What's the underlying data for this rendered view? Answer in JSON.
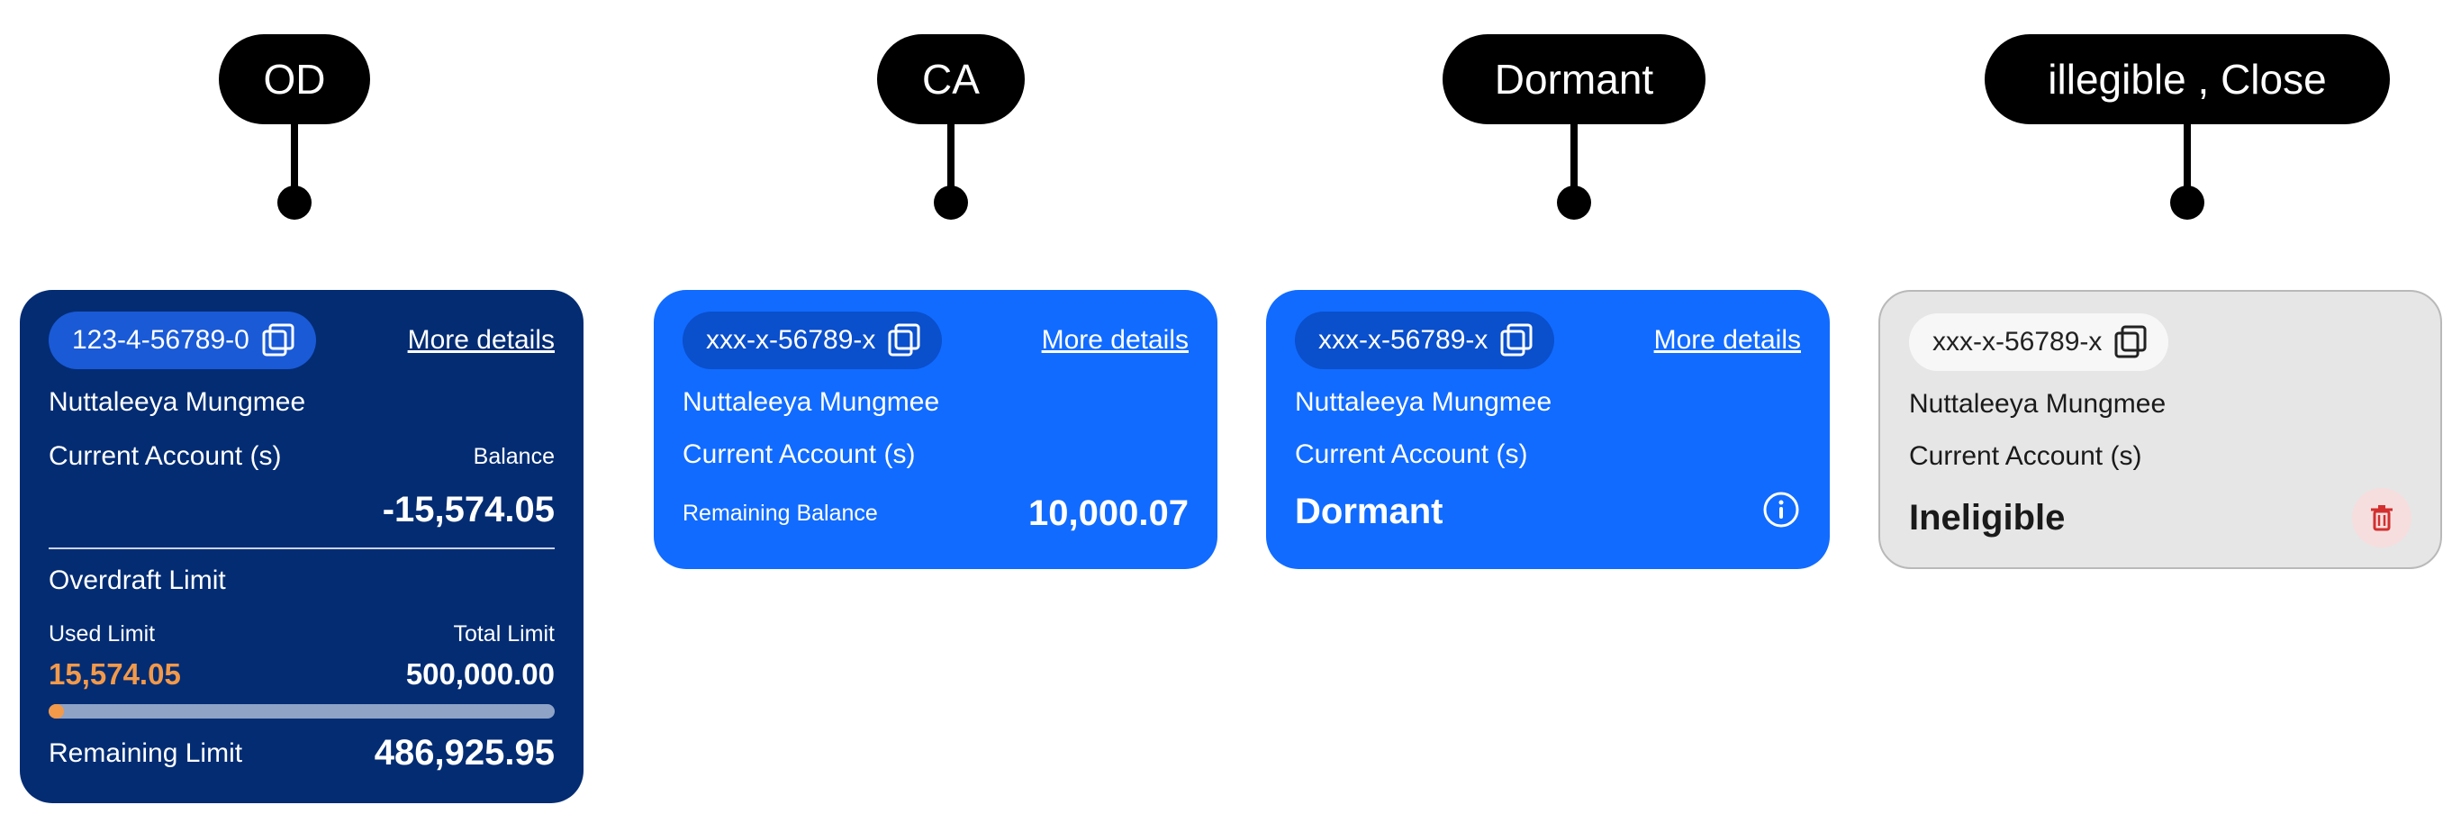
{
  "callouts": [
    "OD",
    "CA",
    "Dormant",
    "illegible , Close"
  ],
  "cards": {
    "od": {
      "account": "123-4-56789-0",
      "more": "More details",
      "name": "Nuttaleeya Mungmee",
      "type": "Current Account (s)",
      "balance_label": "Balance",
      "balance": "-15,574.05",
      "overdraft_label": "Overdraft Limit",
      "used_label": "Used Limit",
      "total_label": "Total Limit",
      "used": "15,574.05",
      "total": "500,000.00",
      "used_fraction": 0.031,
      "remaining_label": "Remaining Limit",
      "remaining": "486,925.95"
    },
    "ca": {
      "account": "xxx-x-56789-x",
      "more": "More details",
      "name": "Nuttaleeya Mungmee",
      "type": "Current Account (s)",
      "remaining_label": "Remaining Balance",
      "remaining": "10,000.07"
    },
    "dormant": {
      "account": "xxx-x-56789-x",
      "more": "More details",
      "name": "Nuttaleeya Mungmee",
      "type": "Current Account (s)",
      "status": "Dormant"
    },
    "close": {
      "account": "xxx-x-56789-x",
      "name": "Nuttaleeya Mungmee",
      "type": "Current Account (s)",
      "status": "Ineligible"
    }
  },
  "colors": {
    "navy": "#032c73",
    "blue": "#116bff",
    "gray": "#e6e6e6",
    "orange": "#f2994a",
    "delete": "#d32f2f"
  },
  "icons": [
    "copy-icon",
    "info-icon",
    "trash-icon"
  ]
}
